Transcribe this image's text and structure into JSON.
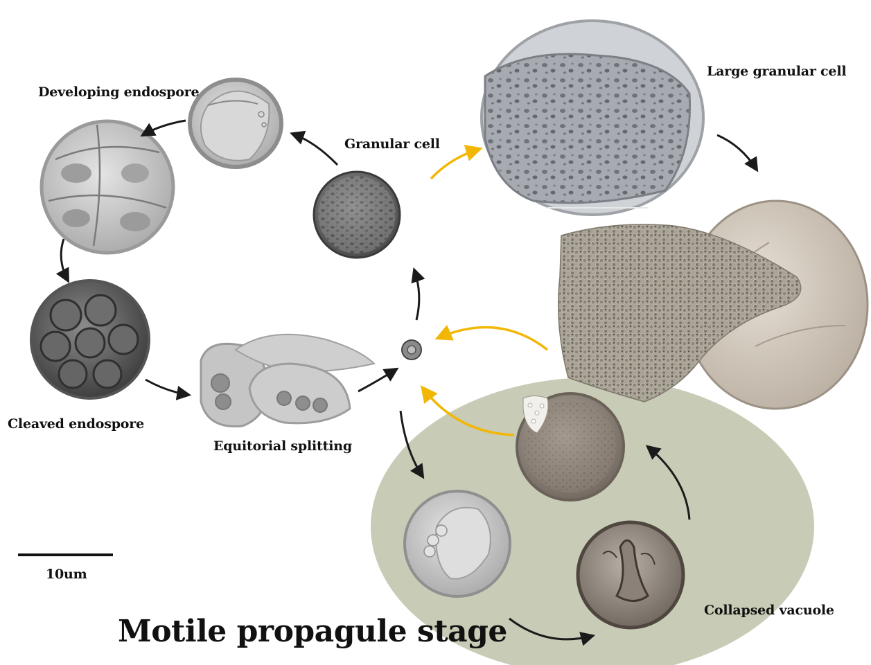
{
  "labels": {
    "developing_endospore": "Developing endospore",
    "granular_cell": "Granular cell",
    "large_granular_cell": "Large granular cell",
    "cleaved_endospore": "Cleaved endospore",
    "equitorial_splitting": "Equitorial splitting",
    "collapsed_vacuole": "Collapsed vacuole",
    "motile_propagule_stage": "Motile propagule stage"
  },
  "scale_bar": {
    "label": "10um"
  },
  "colors": {
    "black_arrow": "#1a1a1a",
    "yellow_arrow": "#f2b705",
    "motile_region": "#c8cbb5"
  }
}
